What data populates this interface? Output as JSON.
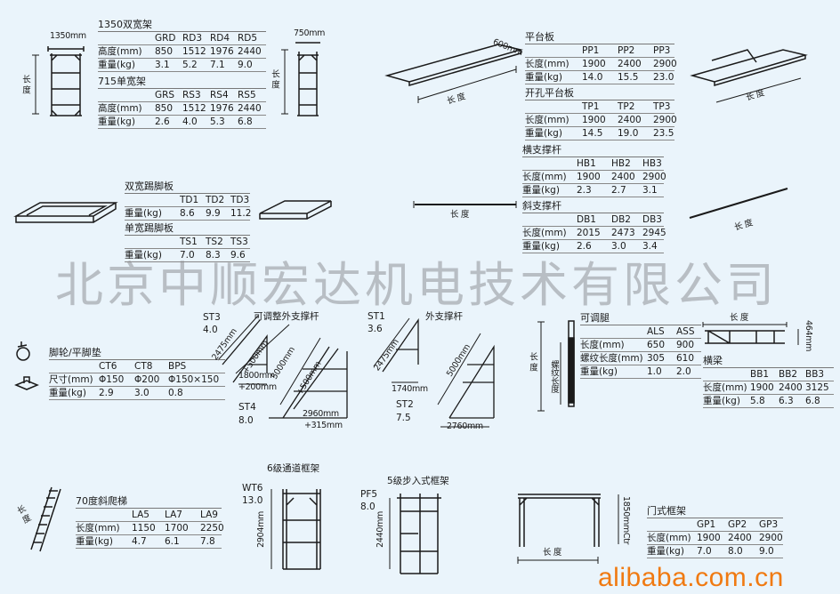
{
  "watermark": "北京中顺宏达机电技术有限公司",
  "site_watermark": "alibaba.com.cn",
  "colors": {
    "background": "#eaf4fb",
    "watermark_brand": "#f07a12",
    "line": "#1a1a1a"
  },
  "tables": [
    {
      "id": "frame-1350",
      "title": "1350双宽架",
      "headers": [
        "",
        "GRD",
        "RD3",
        "RD4",
        "RD5"
      ],
      "rows": [
        [
          "高度(mm)",
          "850",
          "1512",
          "1976",
          "2440"
        ],
        [
          "重量(kg)",
          "3.1",
          "5.2",
          "7.1",
          "9.0"
        ]
      ]
    },
    {
      "id": "frame-715",
      "title": "715单宽架",
      "headers": [
        "",
        "GRS",
        "RS3",
        "RS4",
        "RS5"
      ],
      "rows": [
        [
          "高度(mm)",
          "850",
          "1512",
          "1976",
          "2440"
        ],
        [
          "重量(kg)",
          "2.6",
          "4.0",
          "5.3",
          "6.8"
        ]
      ]
    },
    {
      "id": "platform",
      "title": "平台板",
      "headers": [
        "",
        "PP1",
        "PP2",
        "PP3"
      ],
      "rows": [
        [
          "长度(mm)",
          "1900",
          "2400",
          "2900"
        ],
        [
          "重量(kg)",
          "14.0",
          "15.5",
          "23.0"
        ]
      ]
    },
    {
      "id": "hatch-platform",
      "title": "开孔平台板",
      "headers": [
        "",
        "TP1",
        "TP2",
        "TP3"
      ],
      "rows": [
        [
          "长度(mm)",
          "1900",
          "2400",
          "2900"
        ],
        [
          "重量(kg)",
          "14.5",
          "19.0",
          "23.5"
        ]
      ]
    },
    {
      "id": "toeboard-double",
      "title": "双宽踢脚板",
      "headers": [
        "",
        "TD1",
        "TD2",
        "TD3"
      ],
      "rows": [
        [
          "重量(kg)",
          "8.6",
          "9.9",
          "11.2"
        ]
      ]
    },
    {
      "id": "toeboard-single",
      "title": "单宽踢脚板",
      "headers": [
        "",
        "TS1",
        "TS2",
        "TS3"
      ],
      "rows": [
        [
          "重量(kg)",
          "7.0",
          "8.3",
          "9.6"
        ]
      ]
    },
    {
      "id": "horizontal-brace",
      "title": "横支撑杆",
      "headers": [
        "",
        "HB1",
        "HB2",
        "HB3"
      ],
      "rows": [
        [
          "长度(mm)",
          "1900",
          "2400",
          "2900"
        ],
        [
          "重量(kg)",
          "2.3",
          "2.7",
          "3.1"
        ]
      ]
    },
    {
      "id": "diagonal-brace",
      "title": "斜支撑杆",
      "headers": [
        "",
        "DB1",
        "DB2",
        "DB3"
      ],
      "rows": [
        [
          "长度(mm)",
          "2015",
          "2473",
          "2945"
        ],
        [
          "重量(kg)",
          "2.6",
          "3.0",
          "3.4"
        ]
      ]
    },
    {
      "id": "caster",
      "title": "脚轮/平脚垫",
      "headers": [
        "",
        "CT6",
        "CT8",
        "BPS"
      ],
      "rows": [
        [
          "尺寸(mm)",
          "Φ150",
          "Φ200",
          "Φ150×150"
        ],
        [
          "重量(kg)",
          "2.9",
          "3.0",
          "0.8"
        ]
      ]
    },
    {
      "id": "adjustable-leg",
      "title": "可调腿",
      "headers": [
        "",
        "ALS",
        "ASS"
      ],
      "rows": [
        [
          "长度(mm)",
          "650",
          "900"
        ],
        [
          "螺纹长度(mm)",
          "305",
          "610"
        ],
        [
          "重量(kg)",
          "1.0",
          "2.0"
        ]
      ]
    },
    {
      "id": "beam",
      "title": "横梁",
      "headers": [
        "",
        "BB1",
        "BB2",
        "BB3"
      ],
      "rows": [
        [
          "长度(mm)",
          "1900",
          "2400",
          "3125"
        ],
        [
          "重量(kg)",
          "5.8",
          "6.3",
          "6.8"
        ]
      ]
    },
    {
      "id": "ladder",
      "title": "70度斜爬梯",
      "headers": [
        "",
        "LA5",
        "LA7",
        "LA9"
      ],
      "rows": [
        [
          "长度(mm)",
          "1150",
          "1700",
          "2250"
        ],
        [
          "重量(kg)",
          "4.7",
          "6.1",
          "7.8"
        ]
      ]
    },
    {
      "id": "gate-frame",
      "title": "门式框架",
      "headers": [
        "",
        "GP1",
        "GP2",
        "GP3"
      ],
      "rows": [
        [
          "长度(mm)",
          "1900",
          "2400",
          "2900"
        ],
        [
          "重量(kg)",
          "7.0",
          "8.0",
          "9.0"
        ]
      ]
    }
  ],
  "labels": {
    "adj_outrigger_title": "可调整外支撑杆",
    "outrigger_title": "外支撑杆",
    "st3": "ST3",
    "st3_w": "4.0",
    "st1": "ST1",
    "st1_w": "3.6",
    "st4": "ST4",
    "st4_w": "8.0",
    "st2": "ST2",
    "st2_w": "7.5",
    "wt6_title": "6级通道框架",
    "wt6": "WT6",
    "wt6_w": "13.0",
    "pf5_title": "5级步入式框架",
    "pf5": "PF5",
    "pf5_w": "8.0"
  },
  "dims": {
    "w1350": "1350mm",
    "w750": "750mm",
    "len": "长 度",
    "p600": "600mm",
    "d2475": "2475mm",
    "d500": "+500mm",
    "d1800": "1800mm",
    "d200": "+200mm",
    "d5000": "5000mm",
    "d2960": "2960mm",
    "d315": "+315mm",
    "d1740": "1740mm",
    "d2760": "2760mm",
    "thread": "螺纹长度",
    "h464": "464mm",
    "h2904": "2904mm",
    "h2440": "2440mm",
    "h1850": "1850mmCtr"
  }
}
